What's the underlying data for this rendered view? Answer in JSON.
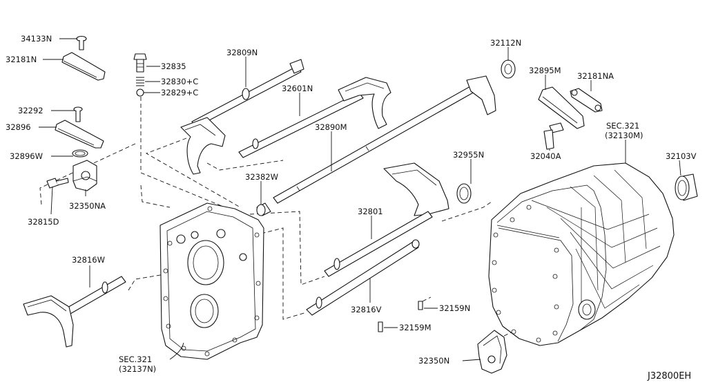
{
  "diagram_code": "J32800EH",
  "labels": {
    "34133N": "34133N",
    "32181N": "32181N",
    "32835": "32835",
    "32830C": "32830+C",
    "32829C": "32829+C",
    "32809N": "32809N",
    "32601N": "32601N",
    "32112N": "32112N",
    "32895M": "32895M",
    "32181NA": "32181NA",
    "32292": "32292",
    "32896": "32896",
    "32890M": "32890M",
    "sec321_a": "SEC.321",
    "sec321_a_sub": "(32130M)",
    "32896W": "32896W",
    "32040A": "32040A",
    "32955N": "32955N",
    "32103V": "32103V",
    "32382W": "32382W",
    "32350NA": "32350NA",
    "32815D": "32815D",
    "32801": "32801",
    "32816W": "32816W",
    "32816V": "32816V",
    "32159N": "32159N",
    "32159M": "32159M",
    "sec321_b": "SEC.321",
    "sec321_b_sub": "(32137N)",
    "32350N": "32350N"
  }
}
